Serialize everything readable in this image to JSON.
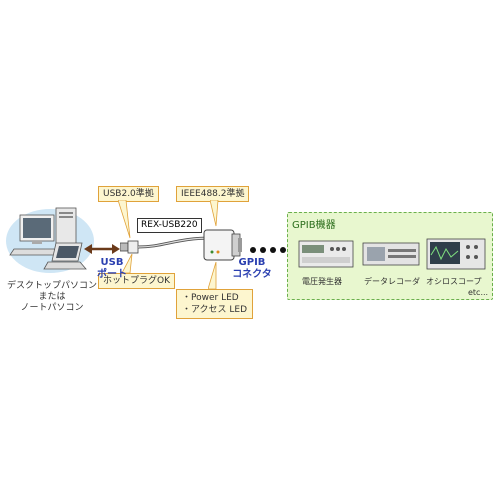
{
  "callouts": {
    "usb": "USB2.0準拠",
    "ieee": "IEEE488.2準拠",
    "hotplug": "ホットプラグOK",
    "leds": [
      "・Power LED",
      "・アクセス LED"
    ]
  },
  "product": {
    "name": "REX-USB220"
  },
  "pc": {
    "caption_lines": [
      "デスクトップパソコン",
      "または",
      "ノートパソコン"
    ]
  },
  "usb_port": {
    "lines": [
      "USB",
      "ポート"
    ]
  },
  "gpib_connector": {
    "lines": [
      "GPIB",
      "コネクタ"
    ]
  },
  "gpib_devices": {
    "title": "GPIB機器",
    "devices": [
      "電圧発生器",
      "データレコーダ",
      "オシロスコープ"
    ],
    "etc": "etc..."
  },
  "colors": {
    "callout_bg": "#fdf6cf",
    "callout_border": "#e0a23a",
    "label_blue": "#2a3fb0",
    "gpib_bg": "#e8f7cf",
    "arrow": "#6b3a1a"
  }
}
